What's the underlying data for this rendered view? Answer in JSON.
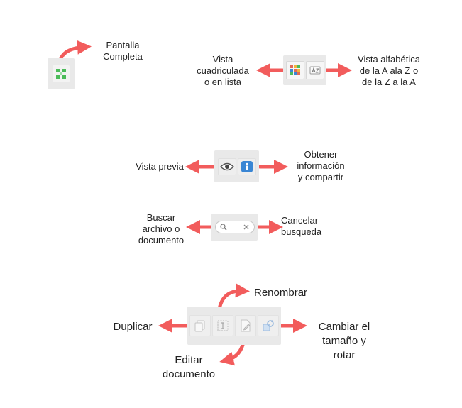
{
  "labels": {
    "fullscreen": [
      "Pantalla",
      "Completa"
    ],
    "grid_view": [
      "Vista",
      "cuadriculada",
      "o en lista"
    ],
    "alpha_view": [
      "Vista alfabética",
      "de la A ala Z o",
      "de la Z a la A"
    ],
    "preview": "Vista previa",
    "info": [
      "Obtener",
      "información",
      "y compartir"
    ],
    "search": [
      "Buscar",
      "archivo o",
      "documento"
    ],
    "cancel": [
      "Cancelar",
      "busqueda"
    ],
    "rename": "Renombrar",
    "duplicate": "Duplicar",
    "resize": [
      "Cambiar el",
      "tamaño y",
      "rotar"
    ],
    "edit": [
      "Editar",
      "documento"
    ]
  },
  "icons": {
    "fullscreen": "fullscreen-arrows-icon",
    "grid": "grid-icon",
    "alpha": "alphabetical-sort-icon",
    "preview": "eye-icon",
    "info": "info-icon",
    "search": "search-icon",
    "clear": "close-icon",
    "duplicate": "duplicate-icon",
    "rename": "rename-icon",
    "edit": "edit-document-icon",
    "resize": "resize-rotate-icon"
  },
  "colors": {
    "arrow": "#f25c5c",
    "toolbar": "#e9e9e9",
    "fullscreen_icon": "#4cbb5a",
    "info_icon": "#3a86d4"
  }
}
